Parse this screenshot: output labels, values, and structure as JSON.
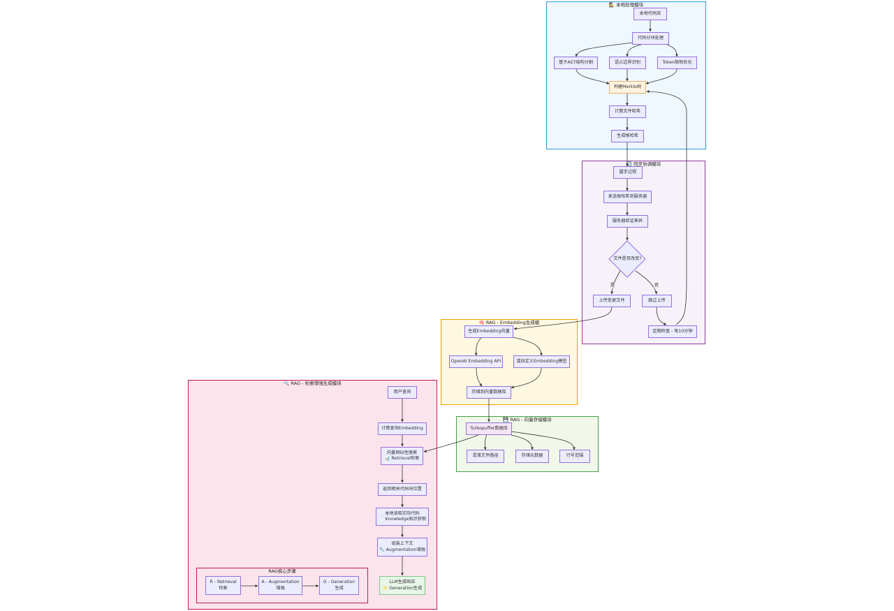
{
  "clusters": {
    "local": {
      "title": "🕵 本地处理模块",
      "fill": "#EFF7FF",
      "stroke": "#2E9BD6"
    },
    "sync": {
      "title": "🔄 同步协调模块",
      "fill": "#F7F2FA",
      "stroke": "#8E3A9E"
    },
    "embed": {
      "title": "🧠 RAG - Embedding生成模",
      "fill": "#FFF8E1",
      "stroke": "#F0A000"
    },
    "vector": {
      "title": "💾 RAG - 向量存储模块",
      "fill": "#F1F8E9",
      "stroke": "#43A047"
    },
    "rag": {
      "title": "🔍 RAG - 检索增强生成模块",
      "fill": "#FCE4EC",
      "stroke": "#C2185B"
    },
    "core": {
      "title": "RAG核心步骤",
      "fill": "#FCE4EC",
      "stroke": "#C2185B"
    }
  },
  "nodes": {
    "local_repo": "本地代码库",
    "chunking": "代码分块处理",
    "ast_split": "基于AST结构分割",
    "semantic_boundary": "语义边界识别",
    "token_limit": "Token限制优化",
    "merkle": "构建Merkle树",
    "file_hash": "计算文件哈希",
    "root_hash": "生成根哈希",
    "handshake": "握手过程",
    "send_root": "发送根哈希到服务器",
    "server_verify": "服务器验证差异",
    "file_changed": "文件是否改变?",
    "upload_changed": "上传变更文件",
    "skip_upload": "跳过上传",
    "periodic_check": "定期检查 - 每10分钟",
    "gen_embedding": "生成Embedding向量",
    "openai_api": "OpenAI Embedding API",
    "custom_model": "或自定义Embedding模型",
    "store_vector": "存储到向量数据库",
    "turbopuffer": "Turbopuffer数据库",
    "obfuscated_path": "混淆文件路径",
    "store_meta": "存储元数据",
    "line_range": "行号范围",
    "user_query": "用户查询",
    "query_embedding": "计算查询Embedding",
    "similarity_search_1": "向量相似性搜索",
    "similarity_search_2": "📊 Retrieval检索",
    "return_positions": "返回相关代码块位置",
    "read_code_1": "本地读取实际代码",
    "read_code_2": "📄 Knowledge知识获取",
    "assemble_1": "组装上下文",
    "assemble_2": "🔧 Augmentation增强",
    "llm_1": "LLM生成响应",
    "llm_2": "✨ Generation生成",
    "core_r_1": "R - Retrieval",
    "core_r_2": "检索",
    "core_a_1": "A - Augmentation",
    "core_a_2": "增强",
    "core_g_1": "G - Generation",
    "core_g_2": "生成"
  },
  "edge_labels": {
    "yes": "是",
    "no": "否"
  },
  "colors": {
    "node_fill": "#ECECFF",
    "node_stroke": "#9370DB",
    "edge": "#333333"
  }
}
